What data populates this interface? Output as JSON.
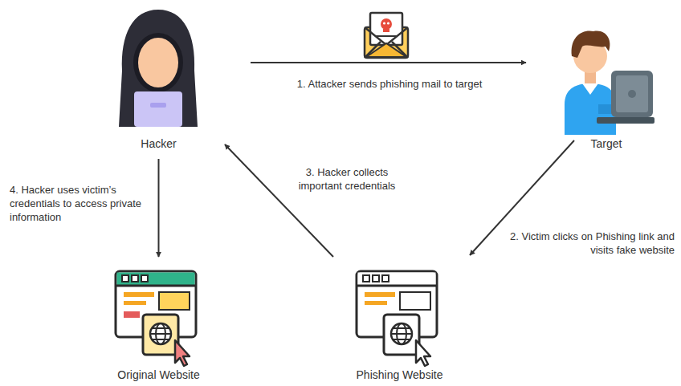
{
  "diagram": {
    "nodes": [
      {
        "text": [
          "Hacker"
        ]
      },
      {
        "text": [
          "Target"
        ]
      },
      {
        "text": [
          "Original Website"
        ]
      },
      {
        "text": [
          "Phishing Website"
        ]
      }
    ],
    "edges": [
      {
        "from": 0,
        "to": 1,
        "arrow": "to",
        "label": "1. Attacker sends phishing mail to target"
      },
      {
        "from": 1,
        "to": 3,
        "arrow": "to",
        "label": "2. Victim clicks on Phishing link and visits fake website"
      },
      {
        "from": 3,
        "to": 0,
        "arrow": "to",
        "label": "3. Hacker collects important credentials"
      },
      {
        "from": 0,
        "to": 2,
        "arrow": "to",
        "label": "4. Hacker uses victim’s credentials to access private information"
      }
    ]
  }
}
